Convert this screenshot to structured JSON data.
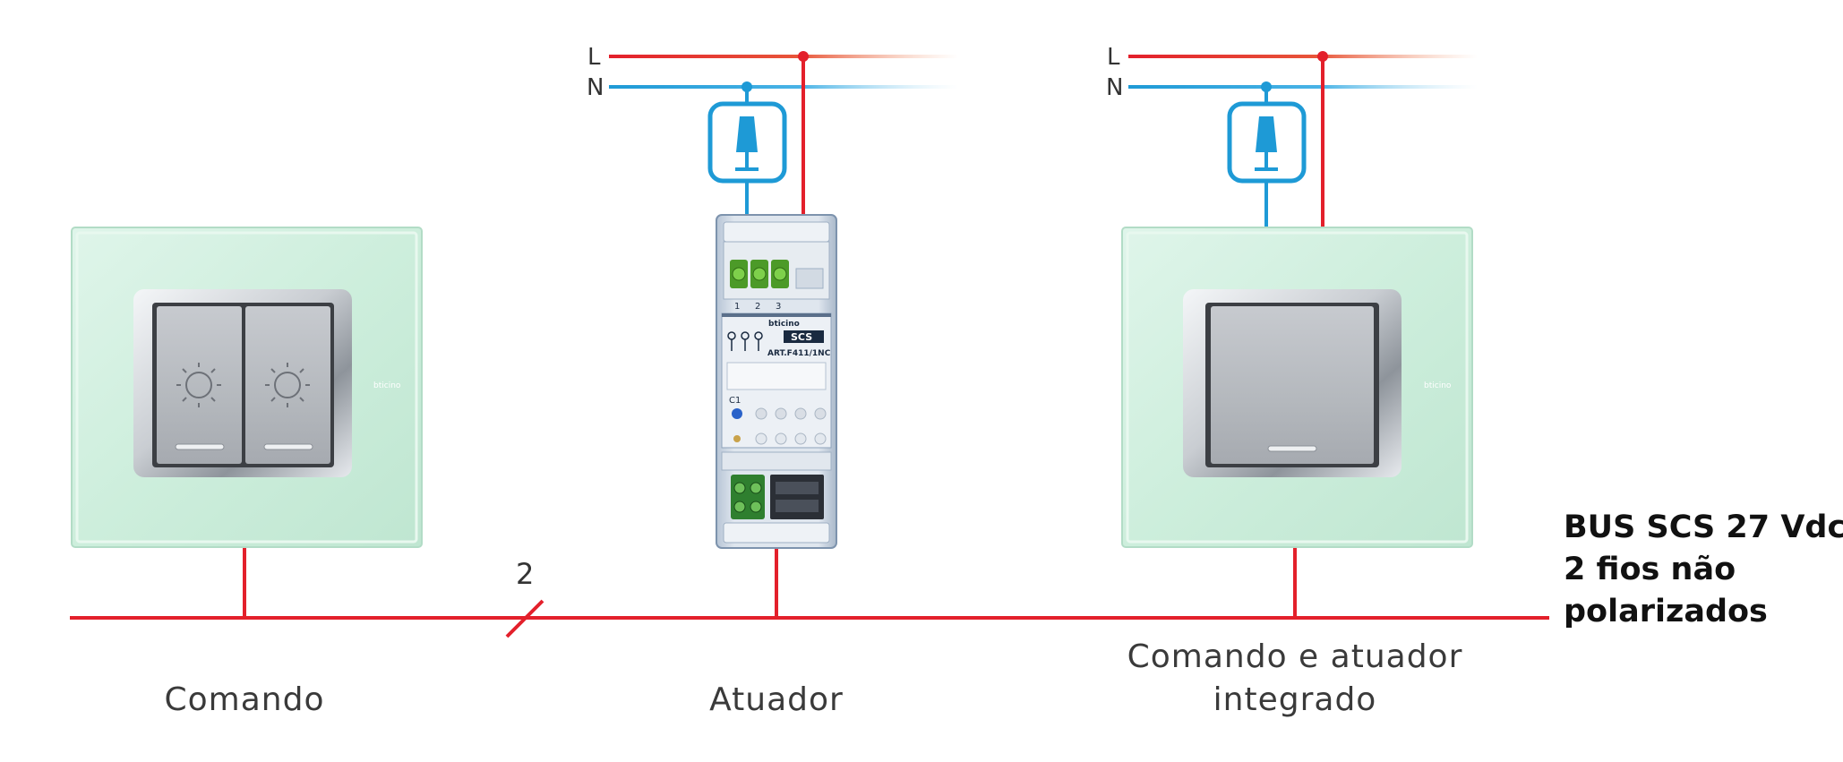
{
  "supply": {
    "line_label": "L",
    "neutral_label": "N",
    "line_color": "#e3202b",
    "neutral_color": "#1e9ad6"
  },
  "bus": {
    "color": "#e3202b",
    "wire_count": "2",
    "note": [
      "BUS SCS 27 Vdc",
      "2 fios não",
      "polarizados"
    ]
  },
  "devices": {
    "command": {
      "caption": "Comando",
      "icons": [
        "light-bulb-icon",
        "light-bulb-icon"
      ]
    },
    "actuator": {
      "caption": "Atuador",
      "brand": "bticino",
      "system": "SCS",
      "article": "ART.F411/1NC",
      "terminal_labels": [
        "1",
        "2",
        "3"
      ],
      "config_label": "C1"
    },
    "integrated": {
      "caption_lines": [
        "Comando e atuador",
        "integrado"
      ]
    },
    "plate_brand": "bticino"
  },
  "load_icon": "lamp-icon",
  "colors": {
    "plate": "#cfeedd",
    "switch_key": "#b8bcc1"
  }
}
